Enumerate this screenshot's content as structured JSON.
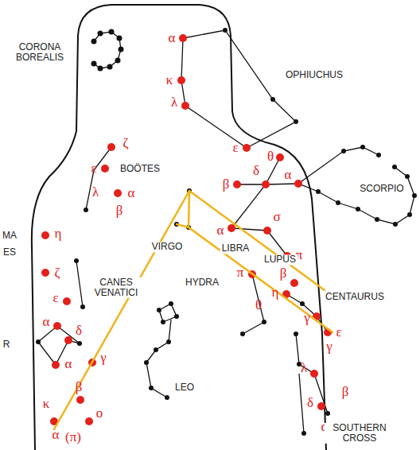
{
  "diagram": {
    "labels": [
      "CORONA BOREALIS",
      "OPHIUCHUS",
      "α",
      "κ",
      "λ",
      "ε",
      "ζ",
      "ε",
      "BOÖTES",
      "λ",
      "α",
      "β",
      "θ",
      "δ",
      "β",
      "α",
      "SCORPIO",
      "MA",
      "ES",
      "η",
      "σ",
      "α",
      "π",
      "VIRGO",
      "LIBRA",
      "LUPUS",
      "ζ",
      "CANES VENATICI",
      "HYDRA",
      "π",
      "β",
      "η",
      "CENTAURUS",
      "ε",
      "θ",
      "γ",
      "ε",
      "α",
      "δ",
      "R",
      "α",
      "γ",
      "γ",
      "λ",
      "LEO",
      "β",
      "δ",
      "β",
      "κ",
      "ο",
      "α",
      "(π)",
      "α",
      "SOUTHERN CROSS"
    ]
  }
}
